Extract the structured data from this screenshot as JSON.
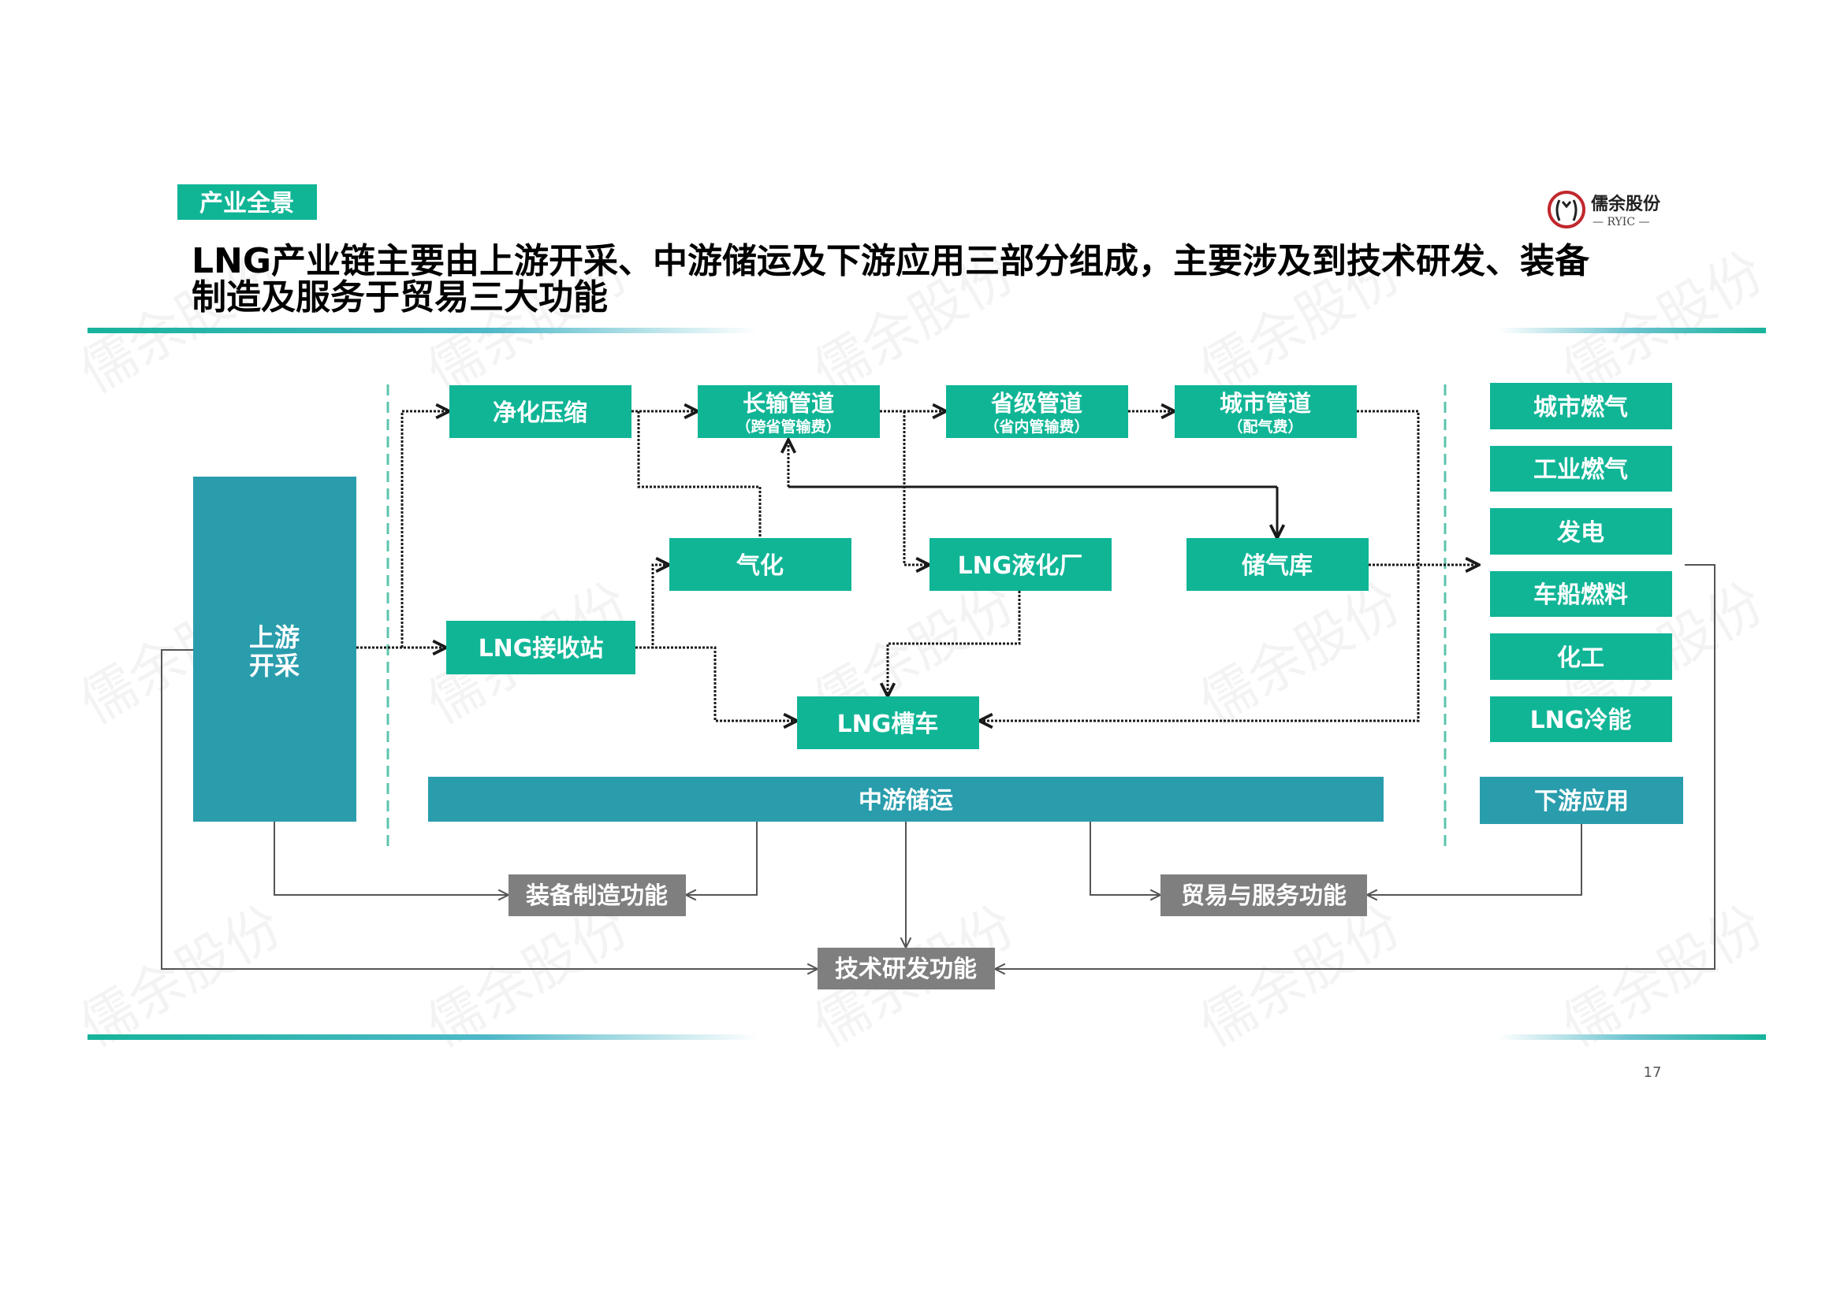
{
  "header": {
    "section_tag": "产业全景",
    "title_line1": "LNG产业链主要由上游开采、中游储运及下游应用三部分组成，主要涉及到技术研发、装备",
    "title_line2": "制造及服务于贸易三大功能",
    "logo": {
      "name": "儒余股份",
      "sub": "— RYIC —"
    }
  },
  "watermark": "儒余股份",
  "colors": {
    "green": "#10b596",
    "teal": "#2a9dad",
    "gray": "#7f7f7f",
    "accent_line": "#17b39b"
  },
  "upstream": {
    "label_line1": "上游",
    "label_line2": "开采"
  },
  "midstream": {
    "purify": "净化压缩",
    "long_pipe": {
      "title": "长输管道",
      "sub": "（跨省管输费）"
    },
    "prov_pipe": {
      "title": "省级管道",
      "sub": "（省内管输费）"
    },
    "city_pipe": {
      "title": "城市管道",
      "sub": "（配气费）"
    },
    "gasify": "气化",
    "liquefy": "LNG液化厂",
    "storage": "储气库",
    "terminal": "LNG接收站",
    "truck": "LNG槽车",
    "bar_label": "中游储运"
  },
  "downstream": {
    "items": [
      "城市燃气",
      "工业燃气",
      "发电",
      "车船燃料",
      "化工",
      "LNG冷能"
    ],
    "bar_label": "下游应用"
  },
  "functions": {
    "equipment": "装备制造功能",
    "trade": "贸易与服务功能",
    "rnd": "技术研发功能"
  },
  "page_number": "17"
}
